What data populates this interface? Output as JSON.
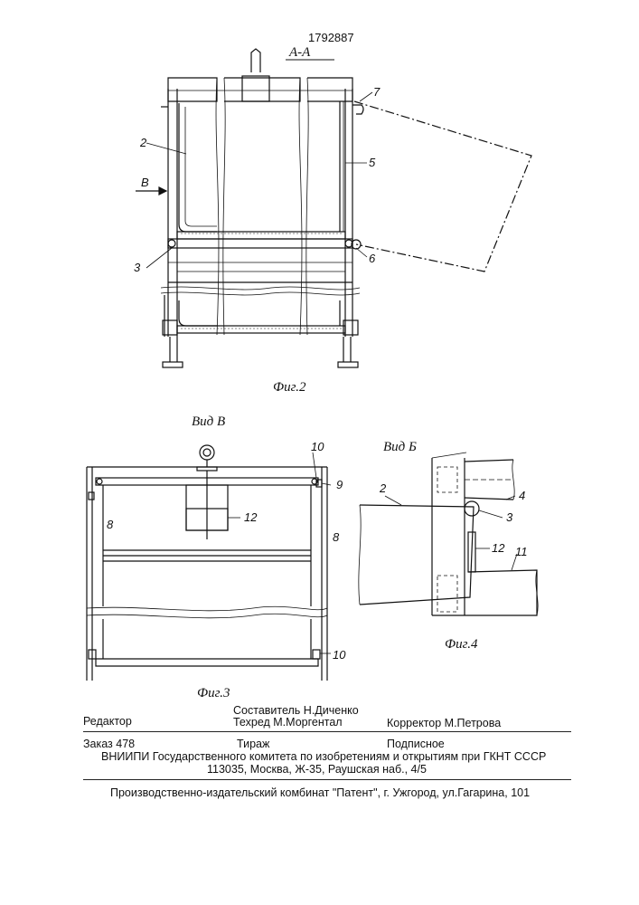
{
  "patent_number": "1792887",
  "figures": {
    "fig2": {
      "section_label": "А-А",
      "caption": "Фиг.2",
      "view_arrow_label": "В",
      "callouts": [
        "2",
        "3",
        "5",
        "6",
        "7"
      ]
    },
    "fig3": {
      "view_label": "Вид В",
      "caption": "Фиг.3",
      "callouts": [
        "8",
        "8",
        "9",
        "10",
        "10",
        "12"
      ]
    },
    "fig4": {
      "view_label": "Вид Б",
      "caption": "Фиг.4",
      "callouts": [
        "2",
        "3",
        "4",
        "11",
        "12"
      ]
    }
  },
  "footer": {
    "editor": "Редактор",
    "compiler": "Составитель  Н.Диченко",
    "techred": "Техред М.Моргентал",
    "corrector": "Корректор  М.Петрова",
    "order": "Заказ 478",
    "circulation": "Тираж",
    "subscription": "Подписное",
    "org": "ВНИИПИ Государственного комитета по изобретениям и открытиям при ГКНТ СССР",
    "address": "113035, Москва, Ж-35, Раушская наб., 4/5",
    "publisher": "Производственно-издательский комбинат \"Патент\", г. Ужгород, ул.Гагарина, 101"
  }
}
